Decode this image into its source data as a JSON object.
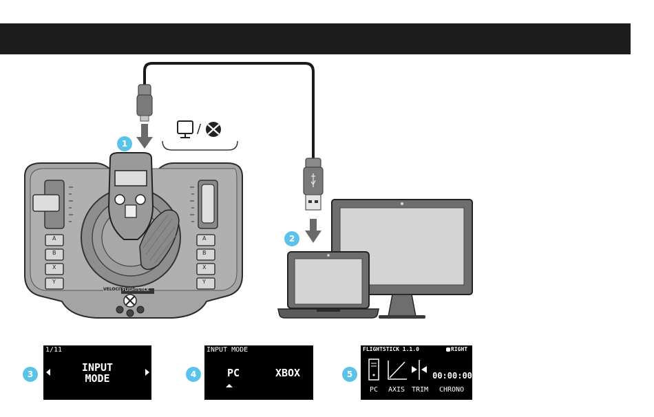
{
  "steps": {
    "s1": "1",
    "s2": "2",
    "s3": "3",
    "s4": "4",
    "s5": "5"
  },
  "platform_separator": "/",
  "device": {
    "brand_left": "VELOCITYONE",
    "brand_right": "FLIGHTSTICK",
    "left_buttons": [
      "A",
      "B",
      "X",
      "Y"
    ],
    "right_buttons": [
      "A",
      "B",
      "X",
      "Y"
    ]
  },
  "screen3": {
    "page": "1/11",
    "line1": "INPUT",
    "line2": "MODE"
  },
  "screen4": {
    "title": "INPUT MODE",
    "option_left": "PC",
    "option_right": "XBOX"
  },
  "screen5": {
    "title": "FLIGHTSTICK 1.1.0",
    "hand": "RIGHT",
    "chrono_value": "00:00:00",
    "labels": [
      "PC",
      "AXIS",
      "TRIM",
      "CHRONO"
    ]
  },
  "colors": {
    "step_badge": "#5bc3ea",
    "header_bar": "#1c1c1c",
    "device_body": "#9c9c9c",
    "screen_bg": "#000000"
  }
}
